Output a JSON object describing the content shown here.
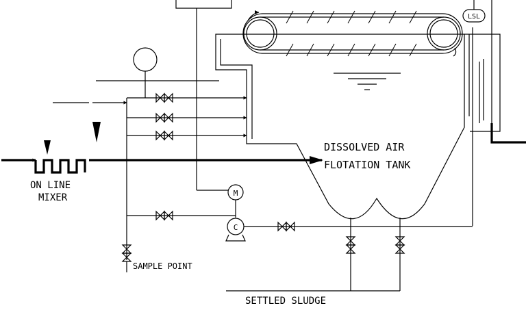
{
  "labels": {
    "tank_line1": "DISSOLVED AIR",
    "tank_line2": "FLOTATION TANK",
    "mixer_line1": "ON LINE",
    "mixer_line2": "MIXER",
    "sample_point": "SAMPLE POINT",
    "settled_sludge": "SETTLED SLUDGE",
    "level_switch": "LSL",
    "motor": "M",
    "pump": "C"
  },
  "colors": {
    "line": "#000000",
    "background": "#ffffff"
  }
}
